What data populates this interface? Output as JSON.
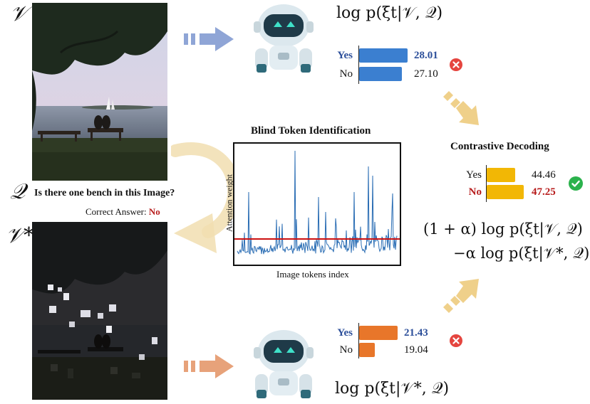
{
  "labels": {
    "v_symbol": "𝒱",
    "q_symbol": "𝒬",
    "vstar_symbol": "𝒱*"
  },
  "question": {
    "text": "Is there one bench in this Image?",
    "answer_prefix": "Correct Answer:",
    "answer_value": "No"
  },
  "formulas": {
    "top": "log p(ξt|𝒱, 𝒬)",
    "bottom": "log p(ξt|𝒱*, 𝒬)",
    "contrast_line1": "(1 + α) log p(ξt|𝒱, 𝒬)",
    "contrast_line2": "−α log p(ξt|𝒱*, 𝒬)"
  },
  "top_result": {
    "yes_label": "Yes",
    "yes_value": "28.01",
    "no_label": "No",
    "no_value": "27.10",
    "status": "wrong"
  },
  "bottom_result": {
    "yes_label": "Yes",
    "yes_value": "21.43",
    "no_label": "No",
    "no_value": "19.04",
    "status": "wrong"
  },
  "contrastive": {
    "title": "Contrastive Decoding",
    "yes_label": "Yes",
    "yes_value": "44.46",
    "no_label": "No",
    "no_value": "47.25",
    "status": "correct"
  },
  "chart_data": {
    "type": "line",
    "title": "Blind Token Identification",
    "xlabel": "Image tokens index",
    "ylabel": "Attention weight",
    "threshold_color": "#cc1111",
    "line_color": "#2a6db4"
  },
  "colors": {
    "blue_bar": "#3b7fd0",
    "orange_bar": "#e8762a",
    "yellow_bar": "#f2b705",
    "blue_arrow": "#8fa5d6",
    "orange_arrow": "#e7a27a",
    "yellow_arrow": "#efd08a",
    "highlight_blue": "#2c4f9a",
    "highlight_red": "#b71c1c"
  }
}
